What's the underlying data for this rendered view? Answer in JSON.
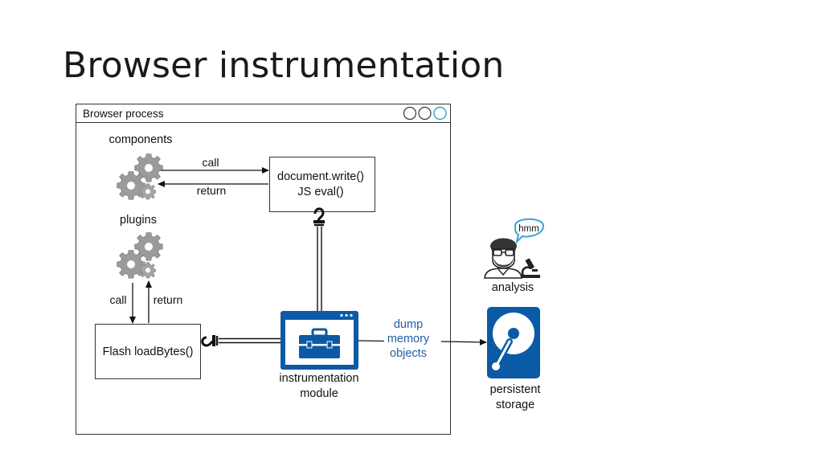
{
  "slide": {
    "title": "Browser instrumentation"
  },
  "window": {
    "title": "Browser process"
  },
  "components": {
    "label": "components",
    "call_label": "call",
    "return_label": "return"
  },
  "document_box": {
    "line1": "document.write()",
    "line2": "JS eval()"
  },
  "plugins": {
    "label": "plugins",
    "call_label": "call",
    "return_label": "return"
  },
  "flash_box": {
    "label": "Flash loadBytes()"
  },
  "instrumentation": {
    "line1": "instrumentation",
    "line2": "module"
  },
  "dump": {
    "line1": "dump",
    "line2": "memory",
    "line3": "objects"
  },
  "analysis": {
    "bubble": "hmm",
    "label": "analysis"
  },
  "storage": {
    "line1": "persistent",
    "line2": "storage"
  },
  "colors": {
    "accent": "#0b5aa5",
    "text_blue": "#1f5fa6",
    "gear": "#9a9a9a",
    "bubble": "#3aa3d6"
  }
}
